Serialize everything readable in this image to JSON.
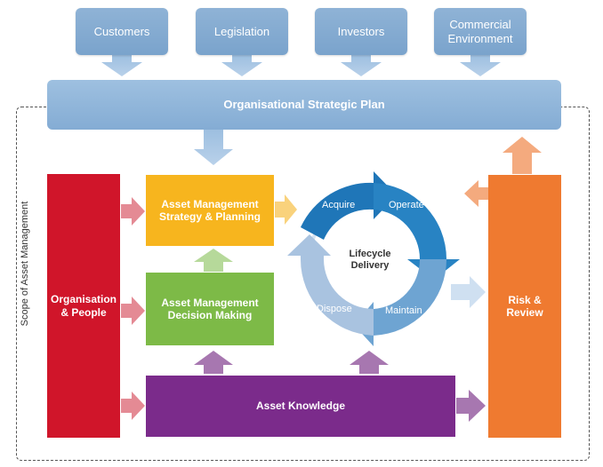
{
  "stakeholders": {
    "customers": "Customers",
    "legislation": "Legislation",
    "investors": "Investors",
    "commercial": "Commercial\nEnvironment"
  },
  "strategic_plan": "Organisational Strategic Plan",
  "scope_label": "Scope of Asset Management",
  "org_people": "Organisation\n& People",
  "am_strategy": "Asset Management\nStrategy & Planning",
  "am_decision": "Asset Management\nDecision Making",
  "asset_knowledge": "Asset Knowledge",
  "risk_review": "Risk &\nReview",
  "lifecycle": {
    "center": "Lifecycle\nDelivery",
    "acquire": "Acquire",
    "operate": "Operate",
    "maintain": "Maintain",
    "dispose": "Dispose"
  },
  "colors": {
    "stakeholder": "#7fa8d0",
    "org_people": "#d0152a",
    "am_strategy": "#f7b51e",
    "am_decision": "#7dba47",
    "asset_knowledge": "#7b2b8b",
    "risk_review": "#ef7a30",
    "cycle_dark": "#1b74b6",
    "cycle_light": "#a9c3e0"
  }
}
